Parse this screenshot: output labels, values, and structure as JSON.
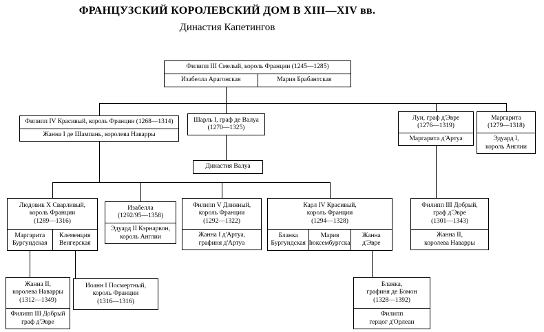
{
  "header": {
    "title": "ФРАНЦУЗСКИЙ КОРОЛЕВСКИЙ ДОМ В XIII—XIV вв.",
    "subtitle": "Династия Капетингов"
  },
  "nodes": {
    "philip3": {
      "person": "Филипп III Смелый, король Франции (1245—1285)",
      "wife1": "Изабелла Арагонская",
      "wife2": "Мария Брабантская"
    },
    "philip4": {
      "person": "Филипп IV Красивый, король Франции (1268—1314)",
      "wife": "Жанна I де Шампань, королева Наварры"
    },
    "charles_valois": {
      "person": "Шарль I, граф де Валуа\n(1270—1325)"
    },
    "louis_evreux": {
      "person": "Луи, граф д'Эвре\n(1276—1319)",
      "wife": "Маргарита д'Артуа"
    },
    "margarita": {
      "person": "Маргарита\n(1279—1318)",
      "husband": "Эдуард I,\nкороль Англии"
    },
    "valois_dynasty": {
      "label": "Династия Валуа"
    },
    "louis10": {
      "person": "Людовик X Сварливый,\nкороль Франции\n(1289—1316)",
      "wife1": "Маргарита\nБургундская",
      "wife2": "Клеменция\nВенгерская"
    },
    "isabella": {
      "person": "Изабелла\n(1292/95—1358)",
      "husband": "Эдуард II Кэрнарвон,\nкороль Англии"
    },
    "philip5": {
      "person": "Филипп V Длинный,\nкороль Франции\n(1292—1322)",
      "wife": "Жанна I д'Артуа,\nграфиня д'Артуа"
    },
    "charles4": {
      "person": "Карл IV Красивый,\nкороль Франции\n(1294—1328)",
      "wife1": "Бланка\nБургундская",
      "wife2": "Мария\nЛюксембургская",
      "wife3": "Жанна\nд'Эвре"
    },
    "philip3_evreux": {
      "person": "Филипп III Добрый,\nграф д'Эвре\n(1301—1343)",
      "wife": "Жанна II,\nкоролева Наварры"
    },
    "jeanne2": {
      "person": "Жанна II,\nкоролева Наварры\n(1312—1349)",
      "husband": "Филипп III Добрый\nграф д'Эвре"
    },
    "jean1": {
      "person": "Иоанн I Посмертный,\nкороль Франции\n(1316—1316)"
    },
    "blanche": {
      "person": "Бланка,\nграфиня де Бомон\n(1328—1392)",
      "husband": "Филипп\nгерцог д'Орлеан"
    }
  }
}
